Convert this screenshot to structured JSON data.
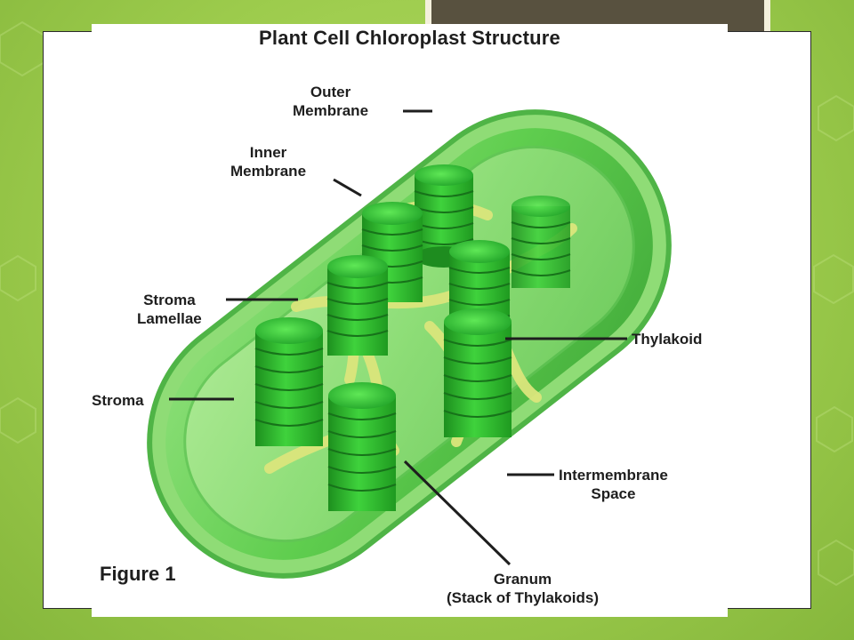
{
  "figure": {
    "title": "Plant Cell Chloroplast Structure",
    "figure_number": "Figure 1"
  },
  "labels": {
    "outer_membrane": {
      "line1": "Outer",
      "line2": "Membrane"
    },
    "inner_membrane": {
      "line1": "Inner",
      "line2": "Membrane"
    },
    "stroma_lamellae": {
      "line1": "Stroma",
      "line2": "Lamellae"
    },
    "stroma": "Stroma",
    "thylakoid": "Thylakoid",
    "intermembrane_space": {
      "line1": "Intermembrane",
      "line2": "Space"
    },
    "granum": {
      "line1": "Granum",
      "line2": "(Stack of Thylakoids)"
    }
  },
  "colors": {
    "background": "#9cc84a",
    "title_tab": "#58513f",
    "chloroplast_green": "#3fbf35",
    "lamellae_yellow": "#d6e57a"
  }
}
